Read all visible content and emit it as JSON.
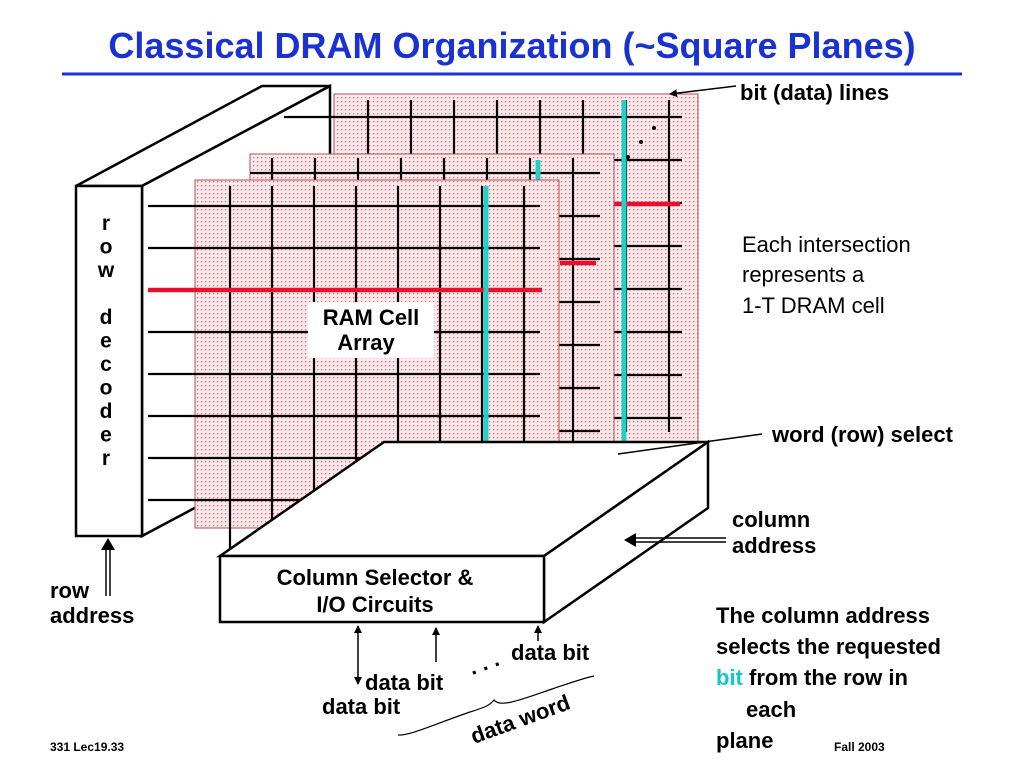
{
  "title": "Classical DRAM Organization (~Square Planes)",
  "decoder_letters": [
    "r",
    "o",
    "w",
    "",
    "d",
    "e",
    "c",
    "o",
    "d",
    "e",
    "r"
  ],
  "labels": {
    "bit_lines": "bit (data) lines",
    "intersection_line1": "Each intersection",
    "intersection_line2": "represents a",
    "intersection_line3": "1-T DRAM cell",
    "word_select": "word (row) select",
    "column_address_line1": "column",
    "column_address_line2": "address",
    "ram_cell_line1": "RAM Cell",
    "ram_cell_line2": "Array",
    "column_selector_line1": "Column Selector &",
    "column_selector_line2": "I/O Circuits",
    "row_address_line1": "row",
    "row_address_line2": "address",
    "data_bit_right": "data bit",
    "data_bit_middle": "data bit",
    "data_bit_left": "data bit",
    "ellipsis": ". . .",
    "data_word": "data word"
  },
  "note": {
    "line1": "The column address",
    "line2": "selects the requested",
    "line3_highlight": "bit",
    "line3_rest": " from the row in",
    "line4": "each",
    "line5": "plane"
  },
  "footer": {
    "left": "331  Lec19.33",
    "right": "Fall 2003"
  },
  "colors": {
    "title": "#1a32d2",
    "row_select": "#e8102e",
    "bit_line": "#1fd2c8",
    "bit_highlight": "#10c8c8",
    "plane_dots": "#e07070",
    "plane_fill": "#fde8ec"
  }
}
